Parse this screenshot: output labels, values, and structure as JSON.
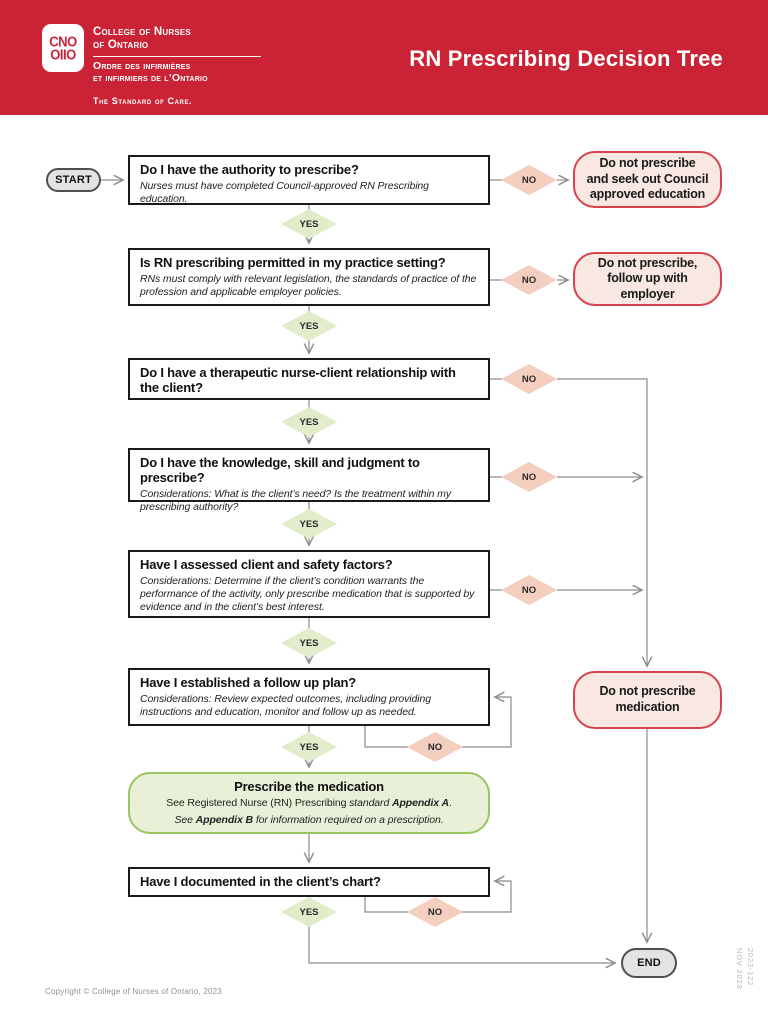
{
  "colors": {
    "brand_red": "#cb2336",
    "outcome_border": "#d6434e",
    "outcome_fill": "#f9e7e1",
    "no_fill": "#f4cfbf",
    "yes_fill": "#e0ecca",
    "prescribe_border": "#9ac45f",
    "prescribe_fill": "#e8f1d8",
    "line_gray": "#8c8c8c"
  },
  "header": {
    "logo_top": "CNO",
    "logo_bottom": "OIIO",
    "org_en_line1": "College of Nurses",
    "org_en_line2": "of Ontario",
    "org_fr_line1": "Ordre des infirmières",
    "org_fr_line2": "et infirmiers de l’Ontario",
    "tagline": "The Standard of Care.",
    "title": "RN Prescribing Decision Tree"
  },
  "flow": {
    "start_label": "START",
    "end_label": "END",
    "yes_label": "YES",
    "no_label": "NO",
    "steps": [
      {
        "question": "Do I have the authority to prescribe?",
        "note": "Nurses must have completed Council-approved RN Prescribing education."
      },
      {
        "question": "Is RN prescribing permitted in my practice setting?",
        "note": "RNs must comply with relevant legislation, the standards of practice of the profession and applicable employer policies."
      },
      {
        "question": "Do I have a therapeutic nurse-client relationship with the client?"
      },
      {
        "question": "Do I have the knowledge, skill and judgment to prescribe?",
        "note": "Considerations: What is the client’s need? Is the treatment within my prescribing authority?"
      },
      {
        "question": "Have I assessed client and safety factors?",
        "note": "Considerations: Determine if the client’s condition warrants the performance of the activity, only prescribe medication that is supported by evidence and in the client’s best interest."
      },
      {
        "question": "Have I established a follow up plan?",
        "note": "Considerations: Review expected outcomes, including providing instructions and education, monitor and follow up as needed."
      },
      {
        "question": "Have I documented in the client’s chart?"
      }
    ],
    "outcomes": {
      "education": {
        "lines": [
          "Do not prescribe",
          "and seek out Council",
          "approved education"
        ]
      },
      "employer": {
        "lines": [
          "Do not prescribe,",
          "follow up with",
          "employer"
        ]
      },
      "medication": {
        "lines": [
          "Do not prescribe",
          "medication"
        ]
      }
    },
    "prescribe": {
      "title": "Prescribe the medication",
      "line1_seg1": "See Registered Nurse (RN) Prescribing ",
      "line1_seg2": "standard ",
      "line1_seg3": "Appendix A",
      "line1_seg4": ".",
      "line2_seg1": "See ",
      "line2_seg2": "Appendix B",
      "line2_seg3": " for information required on a prescription."
    }
  },
  "footer": {
    "copyright": "Copyright © College of Nurses of Ontario, 2023",
    "date_code": "NOV 2023",
    "doc_number": "2023-122"
  }
}
